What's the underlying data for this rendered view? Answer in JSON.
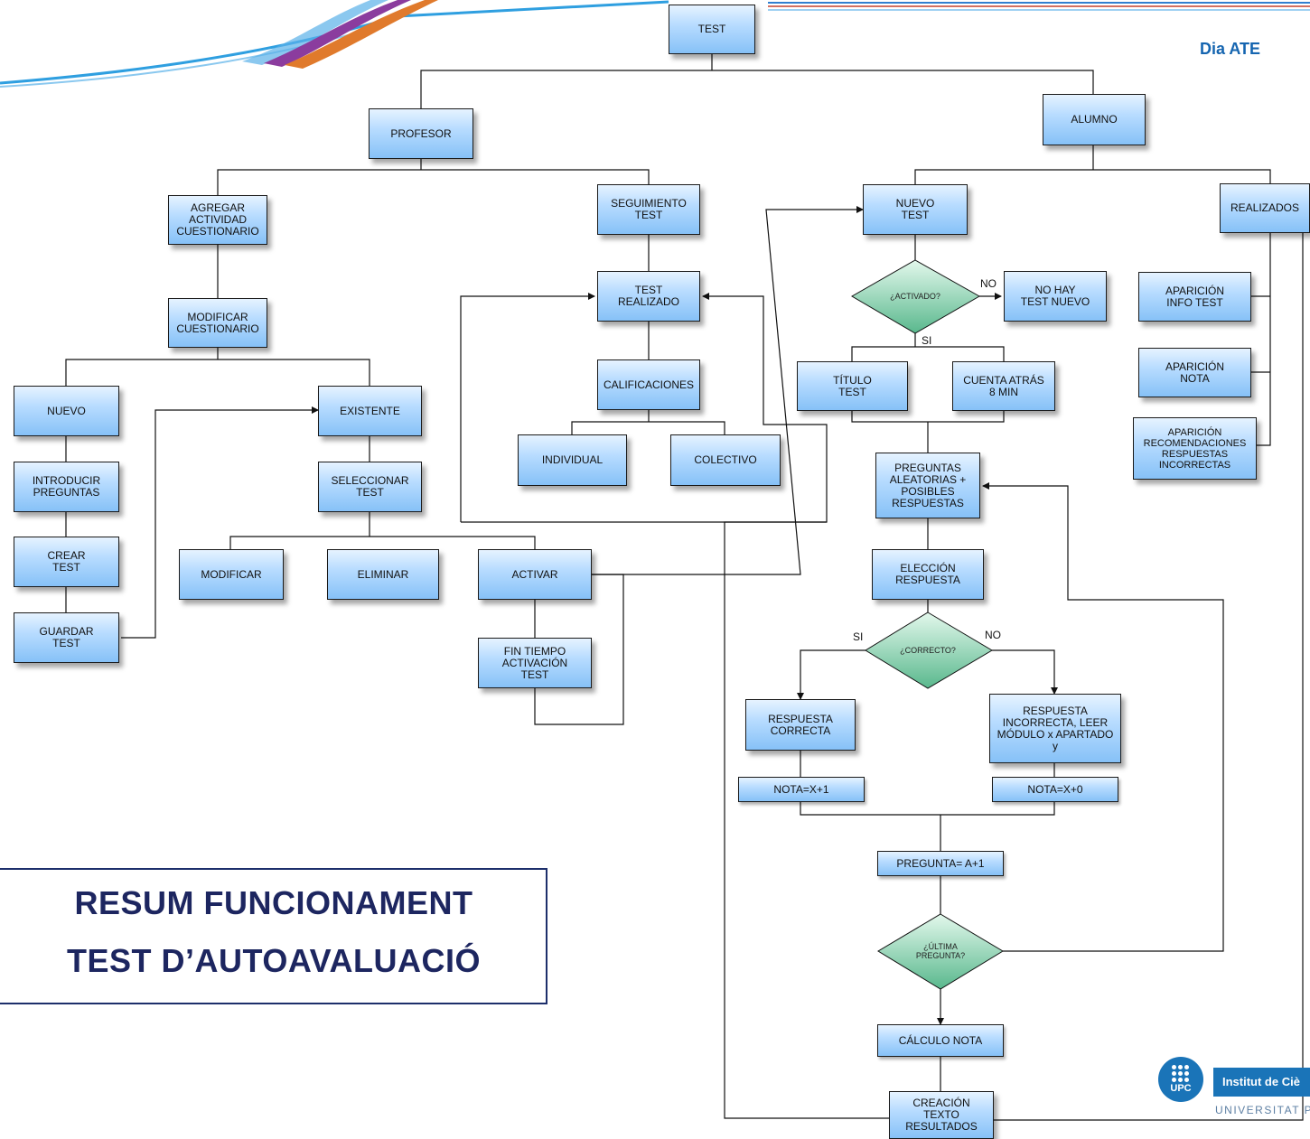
{
  "header": {
    "event_label": "Dia ATE",
    "institute_label": "Institut de Ciè",
    "university_label": "UNIVERSITAT PO",
    "logo_text": "UPC"
  },
  "banner": {
    "line1": "RESUM FUNCIONAMENT",
    "line2": "TEST D’AUTOAVALUACIÓ"
  },
  "colors": {
    "box_top": "#e6f3ff",
    "box_bottom": "#86c1f7",
    "diamond_top": "#e3f8ec",
    "diamond_bottom": "#59b88d",
    "banner_text": "#1d2660",
    "accent": "#1565b0"
  },
  "nodes": {
    "test": "TEST",
    "profesor": "PROFESOR",
    "alumno": "ALUMNO",
    "agregar": "AGREGAR\nACTIVIDAD\nCUESTIONARIO",
    "seguimiento": "SEGUIMIENTO\nTEST",
    "nuevo_test": "NUEVO\nTEST",
    "realizados": "REALIZADOS",
    "test_realizado": "TEST\nREALIZADO",
    "modificar_cuest": "MODIFICAR\nCUESTIONARIO",
    "no_hay": "NO HAY\nTEST NUEVO",
    "aparicion_info": "APARICIÓN\nINFO TEST",
    "aparicion_nota": "APARICIÓN\nNOTA",
    "aparicion_recom": "APARICIÓN\nRECOMENDACIONES\nRESPUESTAS\nINCORRECTAS",
    "titulo_test": "TÍTULO\nTEST",
    "cuenta_atras": "CUENTA ATRÁS\n8 MIN",
    "calificaciones": "CALIFICACIONES",
    "nuevo": "NUEVO",
    "existente": "EXISTENTE",
    "individual": "INDIVIDUAL",
    "colectivo": "COLECTIVO",
    "introducir": "INTRODUCIR\nPREGUNTAS",
    "seleccionar": "SELECCIONAR\nTEST",
    "preguntas_aleatorias": "PREGUNTAS\nALEATORIAS +\nPOSIBLES\nRESPUESTAS",
    "crear": "CREAR\nTEST",
    "modificar": "MODIFICAR",
    "eliminar": "ELIMINAR",
    "activar": "ACTIVAR",
    "eleccion": "ELECCIÓN\nRESPUESTA",
    "guardar": "GUARDAR\nTEST",
    "fin_tiempo": "FIN TIEMPO\nACTIVACIÓN\nTEST",
    "resp_correcta": "RESPUESTA\nCORRECTA",
    "resp_incorrecta": "RESPUESTA\nINCORRECTA, LEER\nMÓDULO x APARTADO\ny",
    "nota_x1": "NOTA=X+1",
    "nota_x0": "NOTA=X+0",
    "pregunta_a1": "PREGUNTA= A+1",
    "calculo_nota": "CÁLCULO NOTA",
    "creacion_texto": "CREACIÓN\nTEXTO\nRESULTADOS"
  },
  "decisions": {
    "activado": "¿ACTIVADO?",
    "correcto": "¿CORRECTO?",
    "ultima": "¿ÚLTIMA\nPREGUNTA?"
  },
  "edge_labels": {
    "no_activado": "NO",
    "si_activado": "SI",
    "si_correcto": "SI",
    "no_correcto": "NO"
  }
}
